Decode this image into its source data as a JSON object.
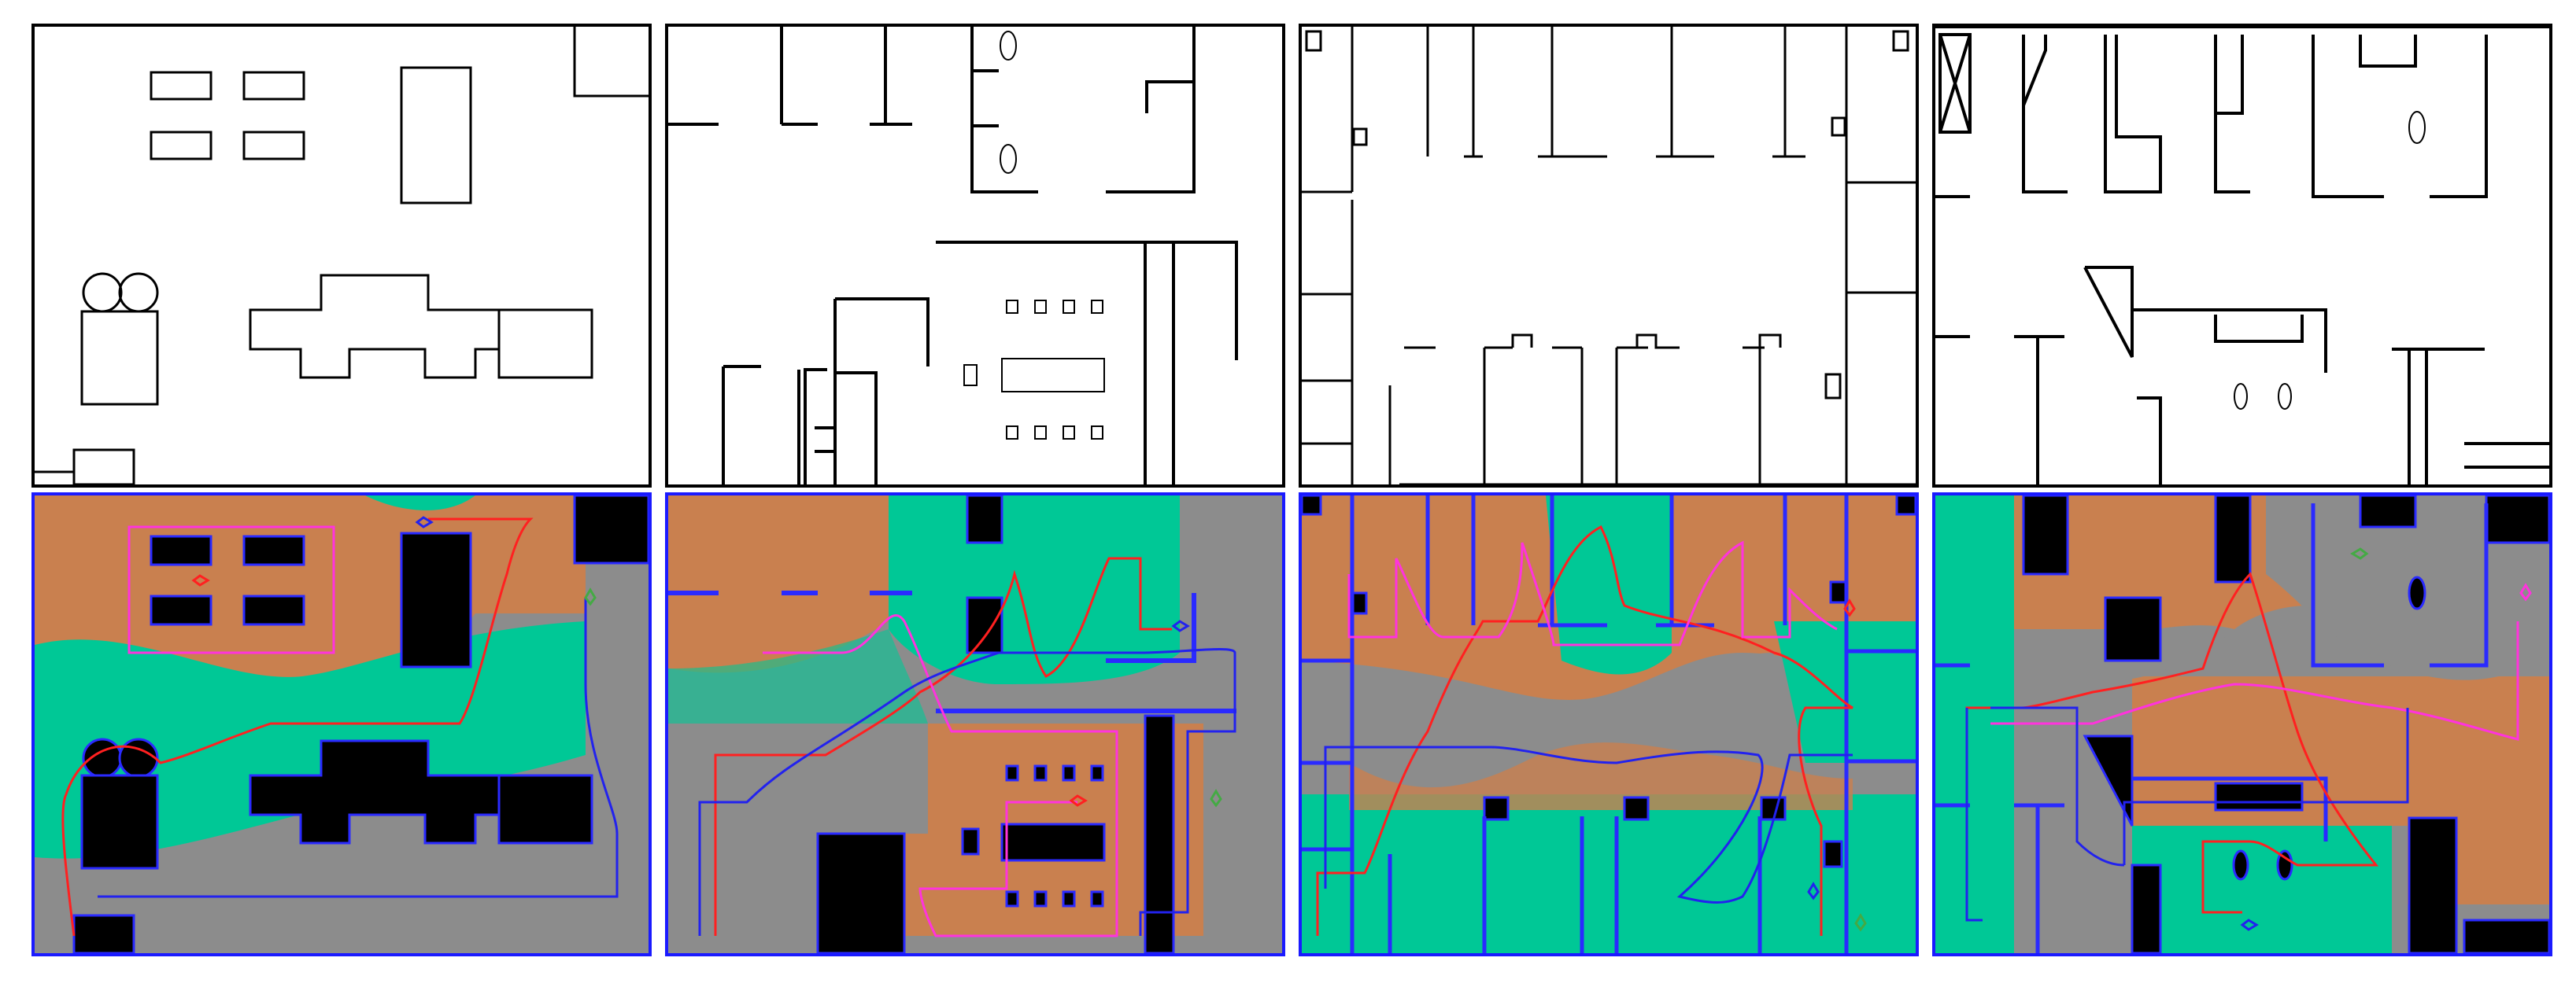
{
  "figure": {
    "rows": [
      "floor-plans",
      "coverage-maps"
    ],
    "panel_count": 8
  },
  "colors": {
    "wall": "#000000",
    "region_orange": "#c9804f",
    "region_teal": "#00c896",
    "region_gray": "#8c8c8c",
    "region_outline": "#2a2aff",
    "path_red": "#ff2020",
    "path_magenta": "#ff33dd",
    "path_blue": "#2222ee",
    "path_green": "#44aa44"
  },
  "paths": [
    "red",
    "magenta",
    "blue",
    "green"
  ]
}
